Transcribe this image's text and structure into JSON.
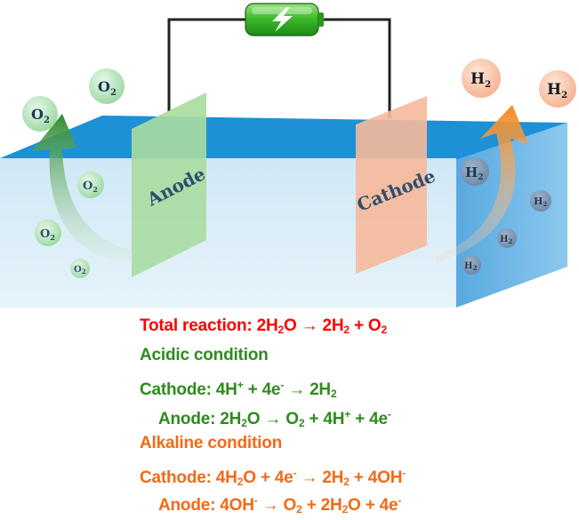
{
  "labels": {
    "anode_plate": "Anode",
    "cathode_plate": "Cathode",
    "oxygen": "O",
    "hydrogen": "H",
    "subscript_two": "2"
  },
  "equations": {
    "total": {
      "prefix": "Total reaction: 2H",
      "s1": "2",
      "mid1": "O → 2H",
      "s2": "2",
      "mid2": " + O",
      "s3": "2"
    },
    "acidic_heading": "Acidic condition",
    "acidic_cathode": {
      "prefix": "Cathode: 4H",
      "sup1": "+",
      "mid1": " + 4e",
      "sup2": "-",
      "mid2": " → 2H",
      "s1": "2"
    },
    "acidic_anode": {
      "prefix": "Anode: 2H",
      "s1": "2",
      "mid1": "O → O",
      "s2": "2",
      "mid2": " + 4H",
      "sup1": "+",
      "mid3": " + 4e",
      "sup2": "-"
    },
    "alkaline_heading": "Alkaline condition",
    "alkaline_cathode": {
      "prefix": "Cathode: 4H",
      "s1": "2",
      "mid1": "O + 4e",
      "sup1": "-",
      "mid2": " → 2H",
      "s2": "2",
      "mid3": " + 4OH",
      "sup2": "-"
    },
    "alkaline_anode": {
      "prefix": "Anode: 4OH",
      "sup1": "-",
      "mid1": " → O",
      "s1": "2",
      "mid2": " + 2H",
      "s2": "2",
      "mid3": "O + 4e",
      "sup2": "-"
    }
  },
  "colors": {
    "total": "#ff0000",
    "acidic": "#2e8b1e",
    "alkaline": "#f26a17",
    "water_surface": "#1e90d6",
    "anode_plate": "#a9dca0",
    "cathode_plate": "#f6b99a",
    "battery": "#3fbf2f"
  },
  "icons": {
    "battery": "battery-icon",
    "lightning": "lightning-icon"
  }
}
